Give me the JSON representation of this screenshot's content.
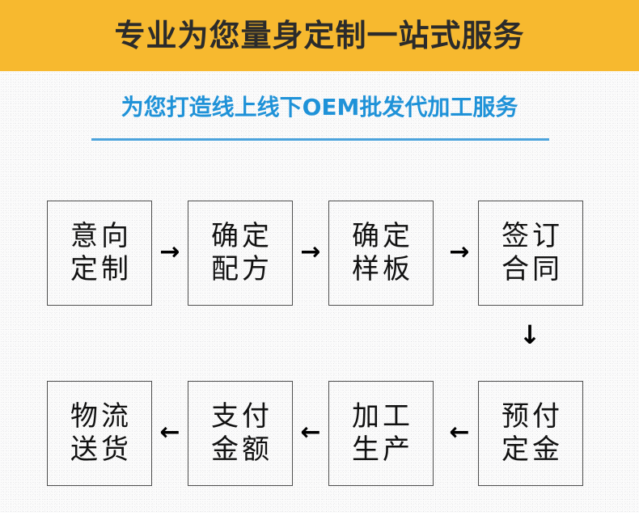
{
  "banner": {
    "title": "专业为您量身定制一站式服务",
    "bg_color": "#F7B92F",
    "text_color": "#2B2B2B"
  },
  "subtitle": {
    "text": "为您打造线上线下OEM批发代加工服务",
    "text_color": "#1F92D8",
    "rule_color": "#4BA3DC"
  },
  "flow": {
    "row1": [
      {
        "line1": "意向",
        "line2": "定制"
      },
      {
        "line1": "确定",
        "line2": "配方"
      },
      {
        "line1": "确定",
        "line2": "样板"
      },
      {
        "line1": "签订",
        "line2": "合同"
      }
    ],
    "row2": [
      {
        "line1": "物流",
        "line2": "送货"
      },
      {
        "line1": "支付",
        "line2": "金额"
      },
      {
        "line1": "加工",
        "line2": "生产"
      },
      {
        "line1": "预付",
        "line2": "定金"
      }
    ],
    "arrows": {
      "right": "→",
      "left": "←",
      "down": "↓"
    }
  }
}
